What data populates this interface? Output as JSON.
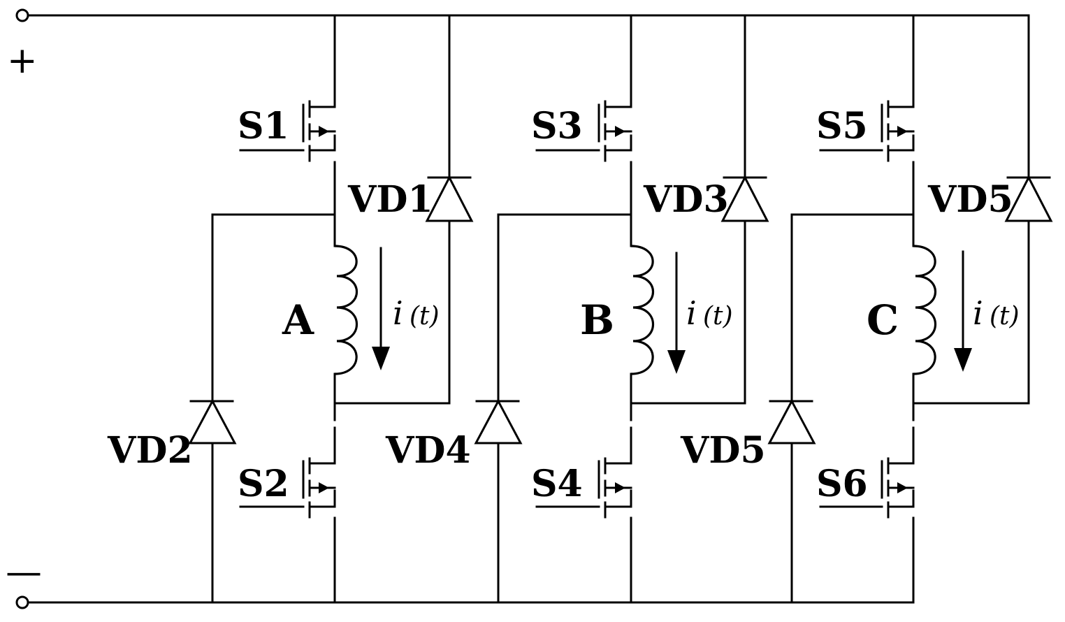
{
  "terminals": {
    "positive": "+",
    "negative": "—"
  },
  "phases": [
    {
      "phase": "A",
      "upper_switch": "S1",
      "lower_switch": "S2",
      "upper_diode": "VD1",
      "lower_diode": "VD2",
      "current_symbol": "i",
      "current_arg": "(t)"
    },
    {
      "phase": "B",
      "upper_switch": "S3",
      "lower_switch": "S4",
      "upper_diode": "VD3",
      "lower_diode": "VD4",
      "current_symbol": "i",
      "current_arg": "(t)"
    },
    {
      "phase": "C",
      "upper_switch": "S5",
      "lower_switch": "S6",
      "upper_diode": "VD5",
      "lower_diode": "VD5",
      "current_symbol": "i",
      "current_arg": "(t)"
    }
  ]
}
